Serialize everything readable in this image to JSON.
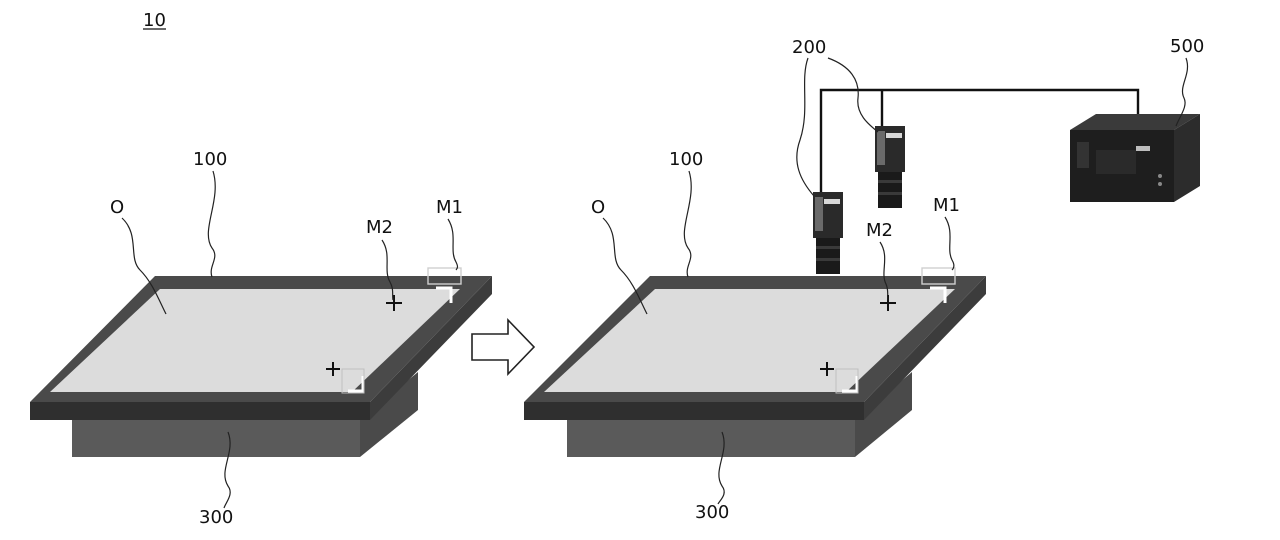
{
  "figure": {
    "ref_number": "10",
    "left": {
      "platform": "100",
      "object": "O",
      "mark1": "M1",
      "mark2": "M2",
      "base": "300"
    },
    "right": {
      "platform": "100",
      "object": "O",
      "mark1": "M1",
      "mark2": "M2",
      "base": "300",
      "camera": "200",
      "controller": "500"
    }
  },
  "colors": {
    "plate_outer": "#3a3a3a",
    "plate_top": "#555555",
    "plate_inner": "#dcdcdc",
    "base_front": "#5a5a5a",
    "base_side": "#4a4a4a",
    "camera_body": "#2a2a2a",
    "camera_lens": "#1a1a1a",
    "controller_body": "#1e1e1e"
  }
}
